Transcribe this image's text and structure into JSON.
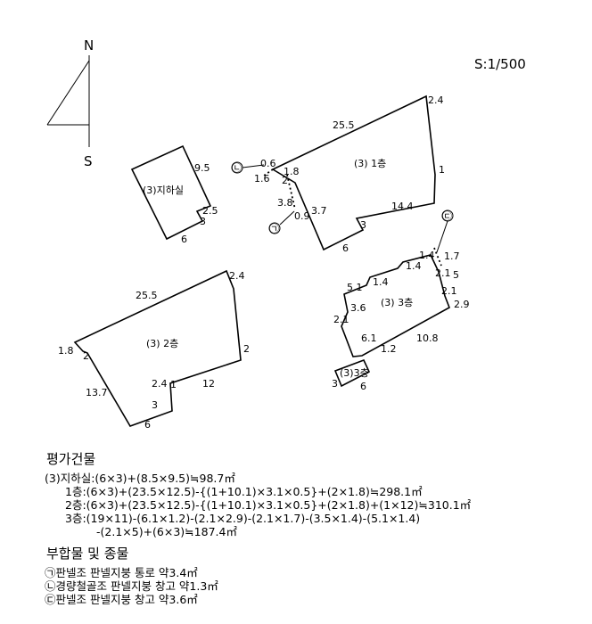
{
  "scale": "S:1/500",
  "north": {
    "n": "N",
    "s": "S"
  },
  "basement": {
    "title": "(3)지하실",
    "dims": [
      "9.5",
      "2.5",
      "3",
      "6"
    ]
  },
  "floor1": {
    "title": "(3) 1층",
    "dims": [
      "25.5",
      "2.4",
      "1",
      "14.4",
      "3",
      "6",
      "3.7",
      "0.6",
      "1.8",
      "1.6",
      "2",
      "3.8",
      "0.9"
    ]
  },
  "floor2": {
    "title": "(3) 2층",
    "dims": [
      "25.5",
      "2.4",
      "2",
      "12",
      "2.4",
      "1",
      "3",
      "6",
      "13.7",
      "1.8",
      "2"
    ]
  },
  "floor3": {
    "title": "(3) 3층",
    "dims": [
      "1.4",
      "1.4",
      "1.7",
      "2.1",
      "5",
      "2.1",
      "2.9",
      "10.8",
      "1.2",
      "6.1",
      "2.1",
      "3.6",
      "5.1",
      "1.4"
    ]
  },
  "floor3b": {
    "title": "(3)3층",
    "dims": [
      "3",
      "6"
    ]
  },
  "markers": {
    "a": "㉠",
    "b": "㉡",
    "c": "㉢"
  },
  "legend": {
    "heading": "평가건물",
    "lines": [
      "(3)지하실:(6×3)+(8.5×9.5)≒98.7㎡",
      "1층:(6×3)+(23.5×12.5)-{(1+10.1)×3.1×0.5}+(2×1.8)≒298.1㎡",
      "2층:(6×3)+(23.5×12.5)-{(1+10.1)×3.1×0.5}+(2×1.8)+(1×12)≒310.1㎡",
      "3층:(19×11)-(6.1×1.2)-(2.1×2.9)-(2.1×1.7)-(3.5×1.4)-(5.1×1.4)",
      "-(2.1×5)+(6×3)≒187.4㎡"
    ],
    "heading2": "부합물 및 종물",
    "items": [
      "㉠판넬조 판넬지붕 통로 약3.4㎡",
      "㉡경량철골조 판넬지붕 창고 약1.3㎡",
      "㉢판넬조 판넬지붕 창고 약3.6㎡"
    ]
  }
}
